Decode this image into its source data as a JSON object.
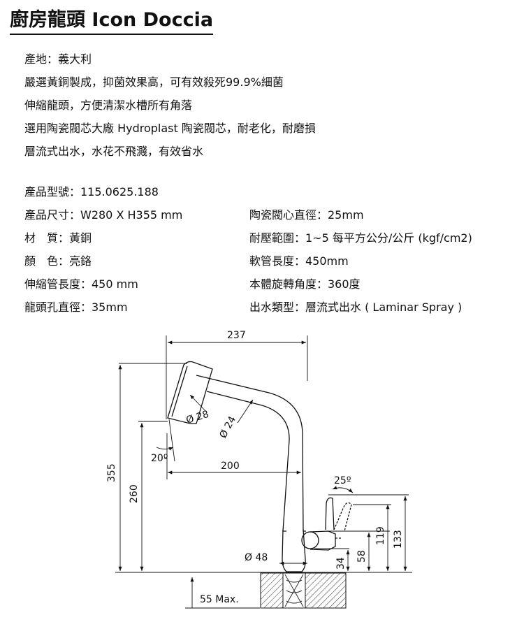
{
  "header": {
    "title": "廚房龍頭 Icon Doccia"
  },
  "intro": [
    "產地：義大利",
    "嚴選黃銅製成，抑菌效果高，可有效殺死99.9%細菌",
    "伸縮龍頭，方便清潔水槽所有角落",
    "選用陶瓷閥芯大廠 Hydroplast 陶瓷閥芯，耐老化，耐磨損",
    "層流式出水，水花不飛濺，有效省水"
  ],
  "specs_left": [
    "產品型號：115.0625.188",
    "產品尺寸：W280 X H355 mm",
    "材　質：黃銅",
    "顏　色：亮鉻",
    "伸縮管長度：450 mm",
    "龍頭孔直徑：35mm"
  ],
  "specs_right": [
    "陶瓷閥心直徑：25mm",
    "耐壓範圍：1~5 每平方公分/公斤 (kgf/cm2)",
    "軟管長度：450mm",
    "本體旋轉角度：360度",
    "出水類型：層流式出水 ( Laminar Spray )"
  ],
  "drawing": {
    "dim_237": "237",
    "dim_200": "200",
    "dim_355": "355",
    "dim_260": "260",
    "dim_d28": "Ø 28",
    "dim_d24": "Ø 24",
    "dim_20deg": "20º",
    "dim_25deg": "25º",
    "dim_d48": "Ø 48",
    "dim_34": "34",
    "dim_58": "58",
    "dim_119": "119",
    "dim_133": "133",
    "dim_55max": "55 Max."
  }
}
